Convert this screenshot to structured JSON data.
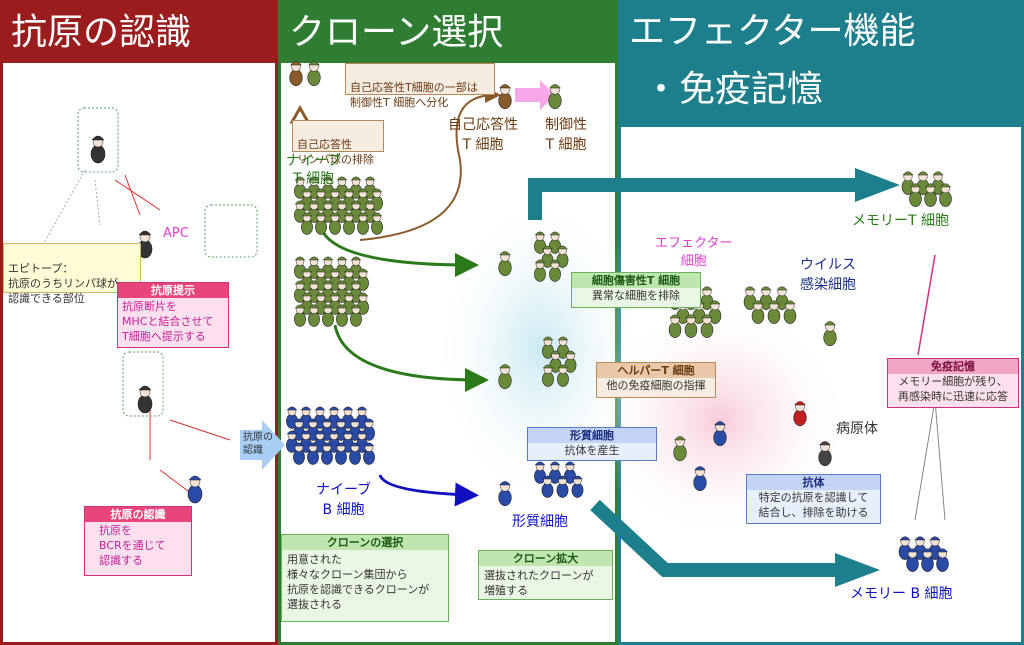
{
  "panels": {
    "recognition": {
      "title": "抗原の認識",
      "color": "#9b1c1c",
      "border": "#9b1c1c"
    },
    "selection": {
      "title": "クローン選択",
      "color": "#2e7d32",
      "border": "#2e7d32"
    },
    "effector": {
      "title_line1": "エフェクター機能",
      "title_line2": "・免疫記憶",
      "color": "#1e7f8c",
      "border": "#1e7f8c"
    }
  },
  "left": {
    "apc_label": "APC",
    "epitope_box": "エピトープ：\n抗原のうちリンパ球が\n認識できる部位",
    "presentation_box": {
      "head": "抗原提示",
      "body": "抗原断片を\nMHCと結合させて\nT細胞へ提示する"
    },
    "recognition_box": {
      "head": "抗原の認識",
      "body": "抗原を\nBCRを通じて\n認識する"
    },
    "arrow_label": "抗原の\n認識"
  },
  "middle": {
    "self_reactive_note": "自己応答性T細胞の一部は\n制御性T 細胞へ分化",
    "self_reactive_elim": "自己応答性\nリンパ球の排除",
    "naive_t": "ナイーブ\nT 細胞",
    "self_reactive_t": "自己応答性\nT 細胞",
    "regulatory_t": "制御性\nT 細胞",
    "naive_b": "ナイーブ\nB 細胞",
    "plasma_cell_label": "形質細胞",
    "clone_selection_box": {
      "head": "クローンの選択",
      "body": "用意された\n様々なクローン集団から\n抗原を認識できるクローンが\n選抜される"
    },
    "clone_expansion_box": {
      "head": "クローン拡大",
      "body": "選抜されたクローンが\n増殖する"
    },
    "plasma_box": {
      "head": "形質細胞",
      "body": "抗体を産生"
    }
  },
  "right": {
    "memory_t": "メモリーT 細胞",
    "memory_b": "メモリー B 細胞",
    "effector_cell": "エフェクター\n細胞",
    "virus_infected": "ウイルス\n感染細胞",
    "pathogen": "病原体",
    "cytotoxic_box": {
      "head": "細胞傷害性T 細胞",
      "body": "異常な細胞を排除"
    },
    "helper_box": {
      "head": "ヘルパーT 細胞",
      "body": "他の免疫細胞の指揮"
    },
    "antibody_box": {
      "head": "抗体",
      "body": "特定の抗原を認識して\n結合し、排除を助ける"
    },
    "memory_box": {
      "head": "免疫記憶",
      "body": "メモリー細胞が残り、\n再感染時に迅速に応答"
    }
  },
  "colors": {
    "green_arrow": "#2a7a1a",
    "teal_arrow": "#1e7f8c",
    "blue_arrow": "#1010c0",
    "brown_arrow": "#8a5a2a",
    "pink_accent": "#e040d0"
  }
}
